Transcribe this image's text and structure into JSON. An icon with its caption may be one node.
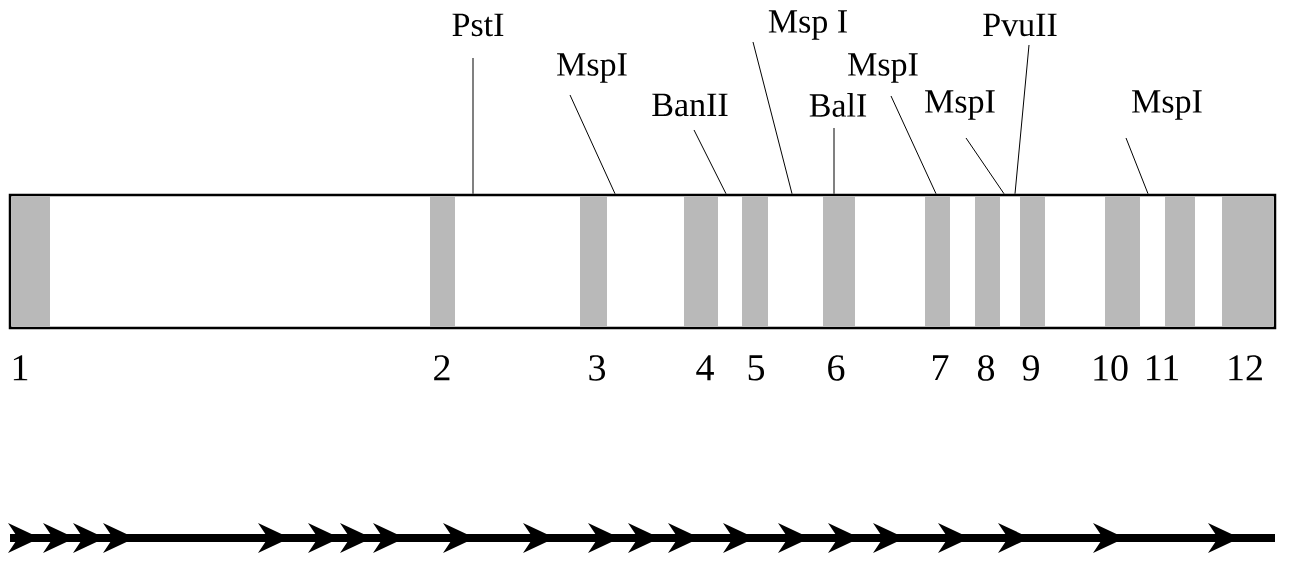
{
  "diagram": {
    "nodes": [
      {
        "text": [],
        "shape": "box"
      },
      {
        "text": [],
        "shape": "bar",
        "in": 0,
        "beside": [
          "1"
        ]
      },
      {
        "text": [],
        "shape": "bar",
        "in": 0,
        "beside": [
          "2"
        ]
      },
      {
        "text": [],
        "shape": "bar",
        "in": 0,
        "beside": [
          "3"
        ]
      },
      {
        "text": [],
        "shape": "bar",
        "in": 0,
        "beside": [
          "4"
        ]
      },
      {
        "text": [],
        "shape": "bar",
        "in": 0,
        "beside": [
          "5"
        ]
      },
      {
        "text": [],
        "shape": "bar",
        "in": 0,
        "beside": [
          "6"
        ]
      },
      {
        "text": [],
        "shape": "bar",
        "in": 0,
        "beside": [
          "7"
        ]
      },
      {
        "text": [],
        "shape": "bar",
        "in": 0,
        "beside": [
          "8"
        ]
      },
      {
        "text": [],
        "shape": "bar",
        "in": 0,
        "beside": [
          "9"
        ]
      },
      {
        "text": [],
        "shape": "bar",
        "in": 0,
        "beside": [
          "10"
        ]
      },
      {
        "text": [],
        "shape": "bar",
        "in": 0,
        "beside": [
          "11"
        ]
      },
      {
        "text": [],
        "shape": "bar",
        "in": 0,
        "beside": [
          "12"
        ]
      },
      {
        "text": [
          "PstI"
        ]
      },
      {
        "text": [
          "MspI"
        ]
      },
      {
        "text": [
          "BanII"
        ]
      },
      {
        "text": [
          "Msp I"
        ]
      },
      {
        "text": [
          "BalI"
        ]
      },
      {
        "text": [
          "MspI"
        ]
      },
      {
        "text": [
          "MspI"
        ]
      },
      {
        "text": [
          "PvuII"
        ]
      },
      {
        "text": [
          "MspI"
        ]
      }
    ],
    "edges": [
      {
        "from": 13,
        "to": 0,
        "arrow": "none"
      },
      {
        "from": 14,
        "to": 0,
        "arrow": "none"
      },
      {
        "from": 15,
        "to": 0,
        "arrow": "none"
      },
      {
        "from": 16,
        "to": 0,
        "arrow": "none"
      },
      {
        "from": 17,
        "to": 0,
        "arrow": "none"
      },
      {
        "from": 18,
        "to": 0,
        "arrow": "none"
      },
      {
        "from": 19,
        "to": 0,
        "arrow": "none"
      },
      {
        "from": 20,
        "to": 0,
        "arrow": "none"
      },
      {
        "from": 21,
        "to": 0,
        "arrow": "none"
      }
    ]
  }
}
